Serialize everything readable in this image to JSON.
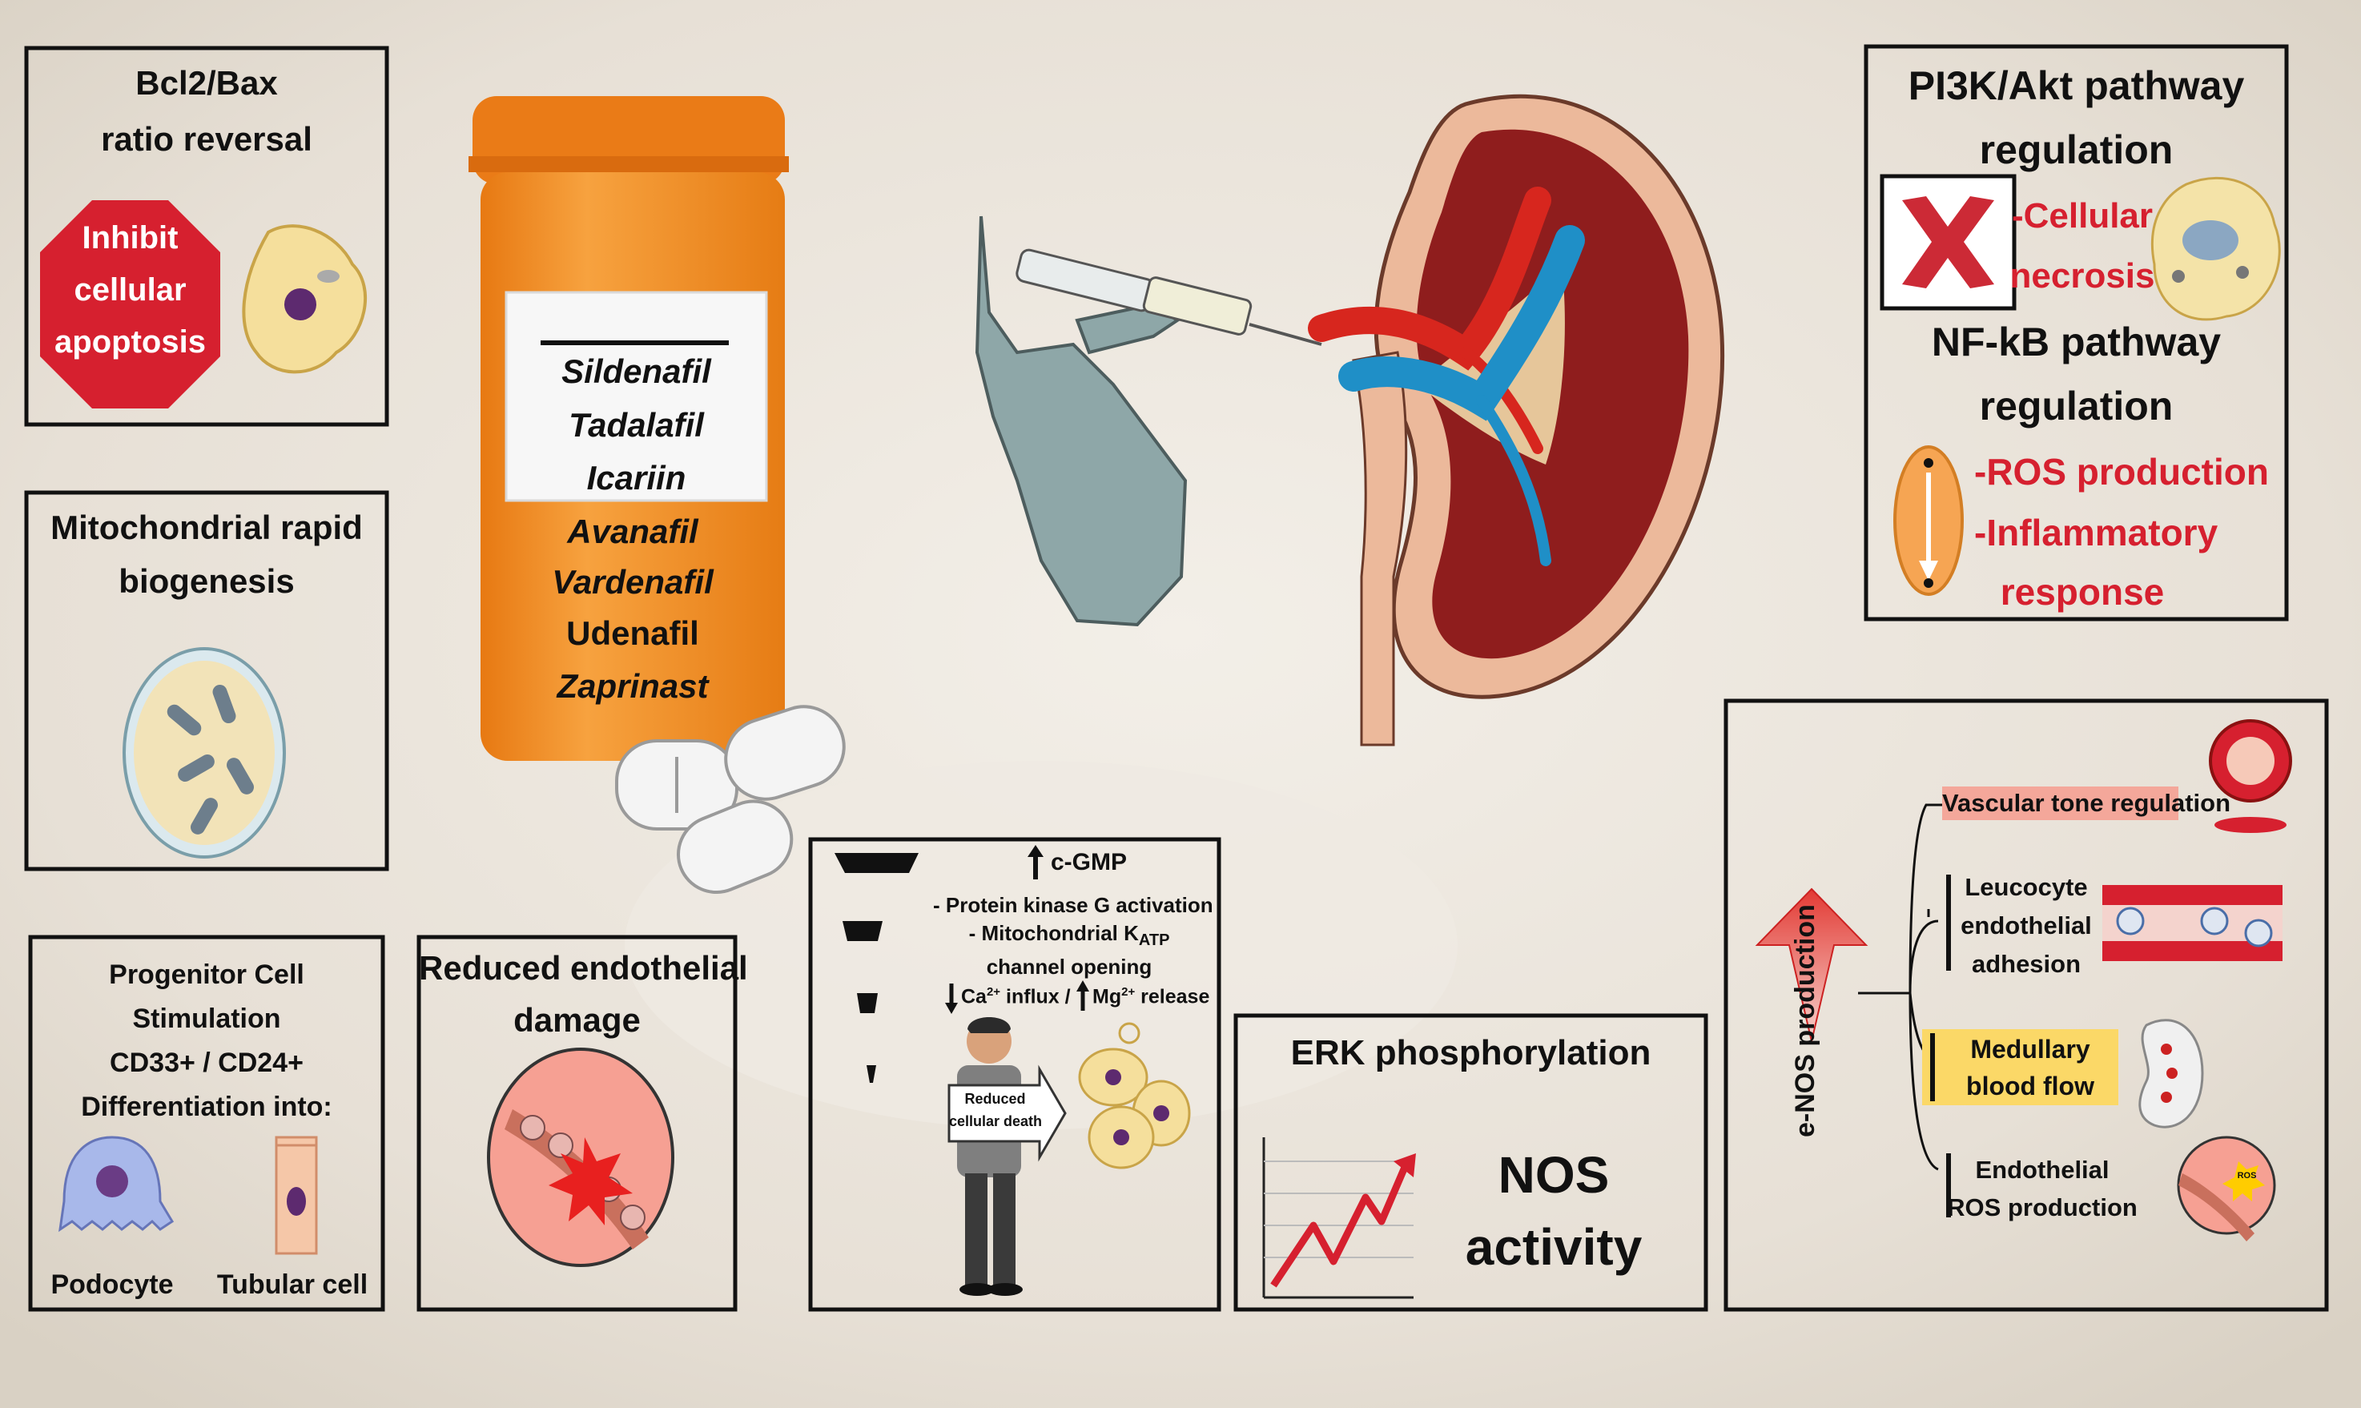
{
  "colors": {
    "background": "#ece6dd",
    "bottle": "#f28a1e",
    "bottle_cap": "#e97a15",
    "stop_sign": "#d6202f",
    "kidney_cortex": "#8f1d1d",
    "kidney_outer": "#ecb99b",
    "artery": "#d7261e",
    "vein": "#1f8fc7",
    "glove": "#8ea7a8",
    "accent_red_text": "#d6202f",
    "highlight_pink": "#f4a79a",
    "highlight_yellow": "#fbd867"
  },
  "panel_bcl2": {
    "title_line1": "Bcl2/Bax",
    "title_line2": "ratio reversal",
    "stop_line1": "Inhibit",
    "stop_line2": "cellular",
    "stop_line3": "apoptosis",
    "icon": "apoptotic-cell-icon"
  },
  "panel_mito": {
    "title_line1": "Mitochondrial rapid",
    "title_line2": "biogenesis",
    "icon": "mitochondria-cell-icon"
  },
  "panel_progenitor": {
    "line1": "Progenitor Cell",
    "line2": "Stimulation",
    "line3": "CD33+ / CD24+",
    "line4": "Differentiation into:",
    "label_left": "Podocyte",
    "label_right": "Tubular cell"
  },
  "panel_endothelial": {
    "title_line1": "Reduced endothelial",
    "title_line2": "damage",
    "icon": "damaged-vessel-icon"
  },
  "bottle": {
    "label_drugs": [
      "Sildenafil",
      "Tadalafil",
      "Icariin"
    ],
    "body_drugs": [
      "Avanafil",
      "Vardenafil",
      "Udenafil",
      "Zaprinast"
    ],
    "icon": "pill-bottle-icon"
  },
  "panel_cgmp": {
    "line_cgmp": "c-GMP",
    "line_pkg": "- Protein kinase G activation",
    "line_katp_prefix": "- Mitochondrial K",
    "line_katp_sub": "ATP",
    "line_channel": "channel opening",
    "ca_text": "Ca",
    "ca_sup": "2+",
    "ca_rest": " influx  /",
    "mg_text": "Mg",
    "mg_sup": "2+",
    "mg_rest": " release",
    "sign_line1": "Reduced",
    "sign_line2": "cellular death"
  },
  "panel_erk": {
    "title": "ERK phosphorylation",
    "nos_line1": "NOS",
    "nos_line2": "activity"
  },
  "panel_pi3k": {
    "title_line1": "PI3K/Akt pathway",
    "title_line2": "regulation",
    "necrosis_line1": "-Cellular",
    "necrosis_line2": "necrosis",
    "nfkb_line1": "NF-kB pathway",
    "nfkb_line2": "regulation",
    "ros_line": "-ROS production",
    "inflam_line1": "-Inflammatory",
    "inflam_line2": "response"
  },
  "panel_enos": {
    "vertical_label": "e-NOS production",
    "item_vascular": "Vascular tone regulation",
    "item_leuco_line1": "Leucocyte",
    "item_leuco_line2": "endothelial",
    "item_leuco_line3": "adhesion",
    "item_medullary_line1": "Medullary",
    "item_medullary_line2": "blood flow",
    "item_ros_line1": "Endothelial",
    "item_ros_line2": "ROS production",
    "ros_badge": "ROS"
  }
}
